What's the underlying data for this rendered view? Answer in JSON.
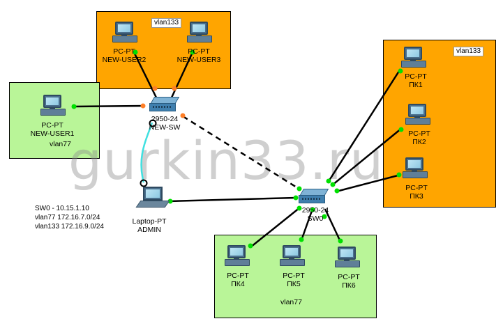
{
  "zones": [
    {
      "id": "vlan133-top",
      "tag": "vlan133",
      "color": "#ffa500"
    },
    {
      "id": "vlan133-right",
      "tag": "vlan133",
      "color": "#ffa500"
    },
    {
      "id": "vlan77-left",
      "tag": "vlan77",
      "color": "#b9f598"
    },
    {
      "id": "vlan77-bottom",
      "tag": "vlan77",
      "color": "#b9f598"
    }
  ],
  "devices": {
    "new_user2": {
      "type": "PC-PT",
      "name": "NEW-USER2"
    },
    "new_user3": {
      "type": "PC-PT",
      "name": "NEW-USER3"
    },
    "new_user1": {
      "type": "PC-PT",
      "name": "NEW-USER1"
    },
    "new_sw": {
      "type": "2950-24",
      "name": "NEW-SW"
    },
    "admin": {
      "type": "Laptop-PT",
      "name": "ADMIN"
    },
    "sw0": {
      "type": "2950-24",
      "name": "SW0"
    },
    "pk1": {
      "type": "PC-PT",
      "name": "ПК1"
    },
    "pk2": {
      "type": "PC-PT",
      "name": "ПК2"
    },
    "pk3": {
      "type": "PC-PT",
      "name": "ПК3"
    },
    "pk4": {
      "type": "PC-PT",
      "name": "ПК4"
    },
    "pk5": {
      "type": "PC-PT",
      "name": "ПК5"
    },
    "pk6": {
      "type": "PC-PT",
      "name": "ПК6"
    }
  },
  "notes": [
    "SW0 - 10.15.1.10",
    "vlan77 172.16.7.0/24",
    "vlan133 172.16.9.0/24"
  ],
  "watermark": "gurkin33.ru",
  "colors": {
    "link_up": "#00e000",
    "link_orange": "#ff7f27",
    "console_cable": "#40e0e0",
    "trunk_dashed": "#000000"
  }
}
